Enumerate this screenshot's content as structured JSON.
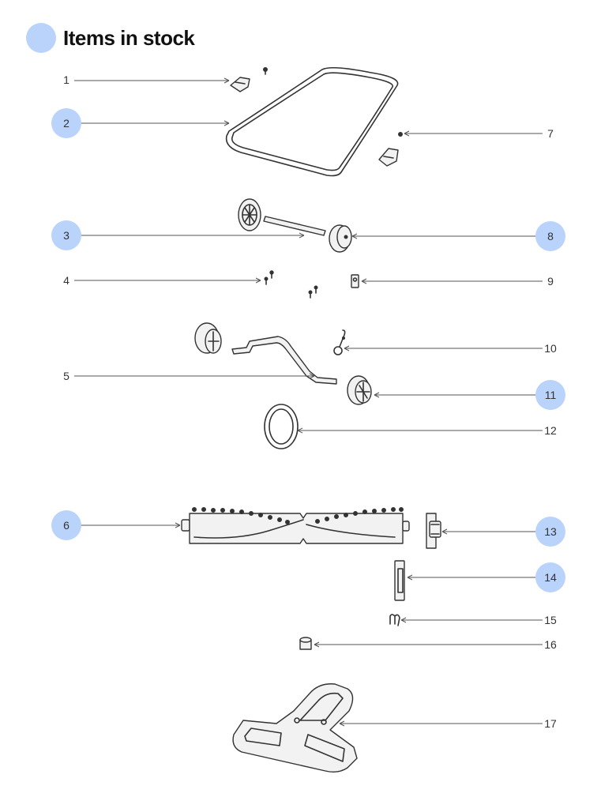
{
  "header": {
    "title": "Items in stock",
    "dot_color": "#b9d3fb"
  },
  "highlight_color": "#b9d3fb",
  "callouts": [
    {
      "id": "1",
      "label": "1",
      "in_stock": false
    },
    {
      "id": "2",
      "label": "2",
      "in_stock": true
    },
    {
      "id": "3",
      "label": "3",
      "in_stock": true
    },
    {
      "id": "4",
      "label": "4",
      "in_stock": false
    },
    {
      "id": "5",
      "label": "5",
      "in_stock": false
    },
    {
      "id": "6",
      "label": "6",
      "in_stock": true
    },
    {
      "id": "7",
      "label": "7",
      "in_stock": false
    },
    {
      "id": "8",
      "label": "8",
      "in_stock": true
    },
    {
      "id": "9",
      "label": "9",
      "in_stock": false
    },
    {
      "id": "10",
      "label": "10",
      "in_stock": false
    },
    {
      "id": "11",
      "label": "11",
      "in_stock": true
    },
    {
      "id": "12",
      "label": "12",
      "in_stock": false
    },
    {
      "id": "13",
      "label": "13",
      "in_stock": true
    },
    {
      "id": "14",
      "label": "14",
      "in_stock": true
    },
    {
      "id": "15",
      "label": "15",
      "in_stock": false
    },
    {
      "id": "16",
      "label": "16",
      "in_stock": false
    },
    {
      "id": "17",
      "label": "17",
      "in_stock": false
    }
  ]
}
